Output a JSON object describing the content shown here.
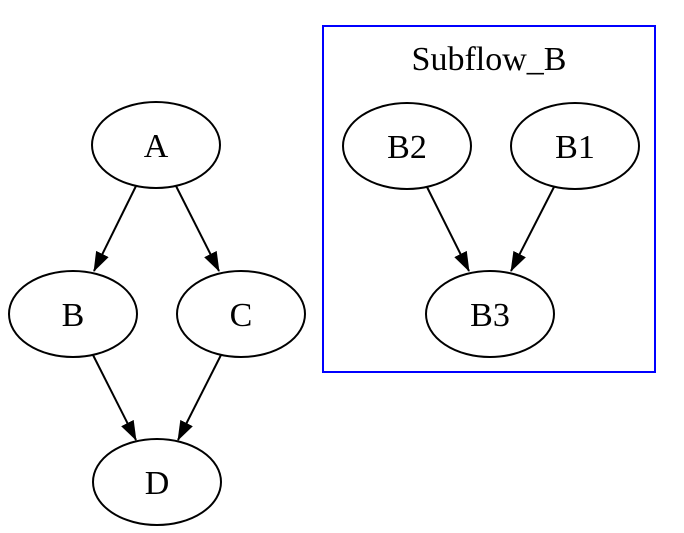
{
  "diagram": {
    "type": "directed-graph",
    "background_color": "#ffffff",
    "colors": {
      "node_border": "#000000",
      "node_fill": "#ffffff",
      "edge": "#000000",
      "text": "#000000",
      "cluster_border": "#0000ff"
    },
    "nodes": [
      {
        "id": "A",
        "label": "A"
      },
      {
        "id": "B",
        "label": "B"
      },
      {
        "id": "C",
        "label": "C"
      },
      {
        "id": "D",
        "label": "D"
      },
      {
        "id": "B2",
        "label": "B2"
      },
      {
        "id": "B1",
        "label": "B1"
      },
      {
        "id": "B3",
        "label": "B3"
      }
    ],
    "edges": [
      {
        "from": "A",
        "to": "B"
      },
      {
        "from": "A",
        "to": "C"
      },
      {
        "from": "B",
        "to": "D"
      },
      {
        "from": "C",
        "to": "D"
      },
      {
        "from": "B2",
        "to": "B3"
      },
      {
        "from": "B1",
        "to": "B3"
      }
    ],
    "cluster": {
      "label": "Subflow_B",
      "border_color": "#0000ff",
      "members": [
        "B2",
        "B1",
        "B3"
      ]
    }
  }
}
